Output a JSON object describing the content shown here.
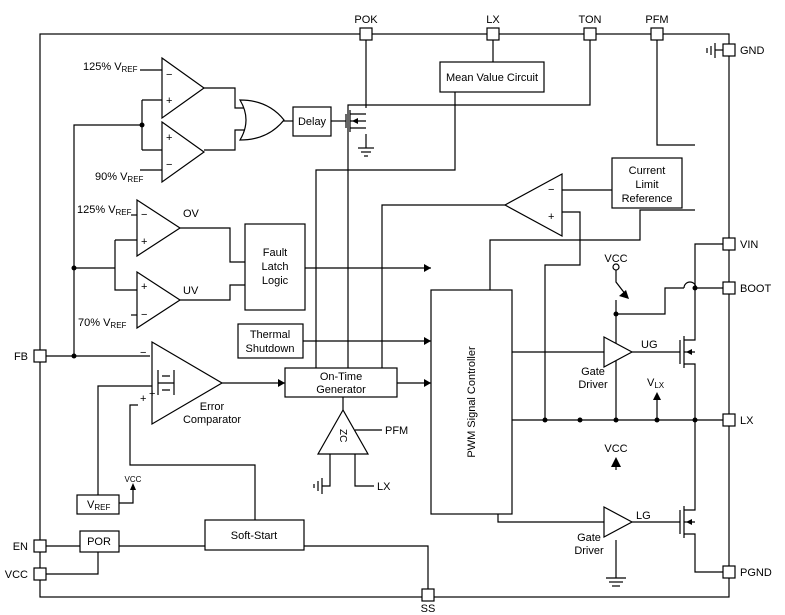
{
  "pins": {
    "pok": "POK",
    "lx_top": "LX",
    "ton": "TON",
    "pfm": "PFM",
    "gnd": "GND",
    "vin": "VIN",
    "boot": "BOOT",
    "lx_right": "LX",
    "pgnd": "PGND",
    "fb": "FB",
    "en": "EN",
    "vcc": "VCC",
    "ss": "SS"
  },
  "blocks": {
    "mean_value": "Mean Value Circuit",
    "delay": "Delay",
    "current_limit": [
      "Current",
      "Limit",
      "Reference"
    ],
    "fault_latch": [
      "Fault",
      "Latch",
      "Logic"
    ],
    "thermal": [
      "Thermal",
      "Shutdown"
    ],
    "on_time": [
      "On-Time",
      "Generator"
    ],
    "pwm": "PWM Signal Controller",
    "soft_start": "Soft-Start",
    "por": "POR",
    "vref_box": {
      "main": "V",
      "sub": "REF"
    }
  },
  "labels": {
    "ref_125_top": {
      "main": "125% V",
      "sub": "REF"
    },
    "ref_90": {
      "main": "90% V",
      "sub": "REF"
    },
    "ref_125_ov": {
      "main": "125% V",
      "sub": "REF"
    },
    "ref_70": {
      "main": "70% V",
      "sub": "REF"
    },
    "ov": "OV",
    "uv": "UV",
    "error_comparator": [
      "Error",
      "Comparator"
    ],
    "vcc_small": "VCC",
    "zc": "ZC",
    "zc_pfm": "PFM",
    "zc_lx": "LX",
    "vcc_top": "VCC",
    "vcc_bottom": "VCC",
    "ug": "UG",
    "lg": "LG",
    "gate_driver_top": [
      "Gate",
      "Driver"
    ],
    "gate_driver_bottom": [
      "Gate",
      "Driver"
    ],
    "vlx": {
      "main": "V",
      "sub": "LX"
    }
  }
}
